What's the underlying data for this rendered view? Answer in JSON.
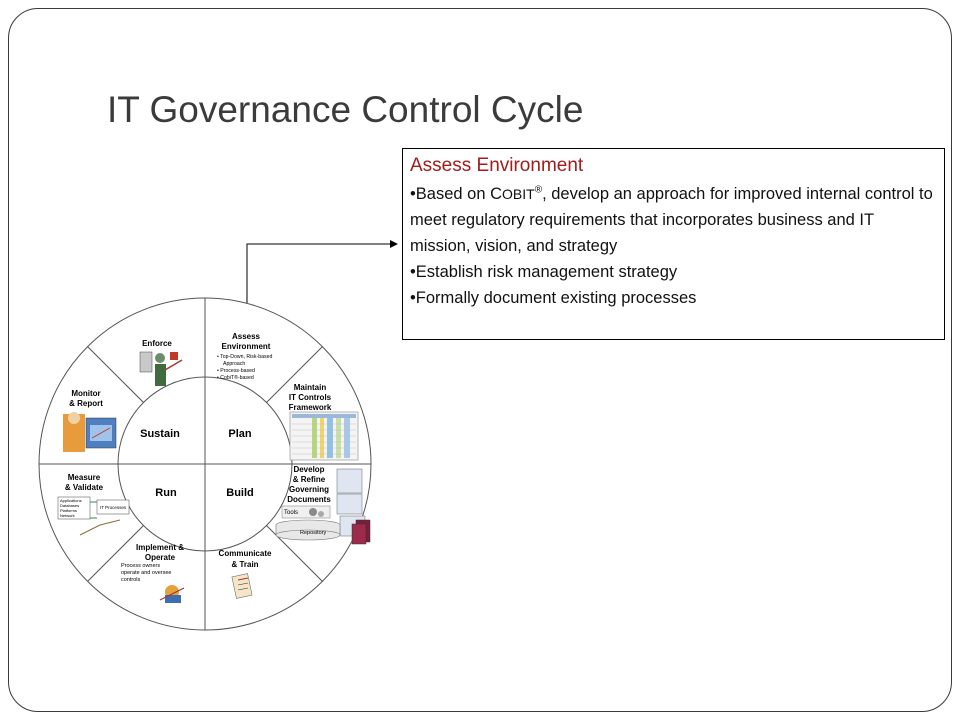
{
  "slide": {
    "title": "IT Governance Control Cycle"
  },
  "callout": {
    "heading": "Assess Environment",
    "bullet_prefix": "•",
    "bullet1_before": "Based on C",
    "bullet1_brand": "OBIT",
    "bullet1_registered": "®",
    "bullet1_after": ", develop an approach for improved internal control to meet regulatory requirements that incorporates business and IT mission, vision, and strategy",
    "bullet2": "Establish risk management strategy",
    "bullet3": "Formally document existing processes"
  },
  "cycle": {
    "quadrants": {
      "top_left": "Sustain",
      "top_right": "Plan",
      "bottom_left": "Run",
      "bottom_right": "Build"
    },
    "segments": {
      "enforce": "Enforce",
      "assess_line1": "Assess",
      "assess_line2": "Environment",
      "assess_bullets": [
        "Top-Down, Risk-based",
        "Approach",
        "Process-based",
        "CobiT®-based"
      ],
      "maintain_line1": "Maintain",
      "maintain_line2": "IT Controls",
      "maintain_line3": "Framework",
      "develop_line1": "Develop",
      "develop_line2": "& Refine",
      "develop_line3": "Governing",
      "develop_line4": "Documents",
      "develop_tools": "Tools",
      "develop_repository": "Repository",
      "communicate_line1": "Communicate",
      "communicate_line2": "& Train",
      "implement_line1": "Implement &",
      "implement_line2": "Operate",
      "implement_desc1": "Process owners",
      "implement_desc2": "operate and oversee",
      "implement_desc3": "controls",
      "measure_line1": "Measure",
      "measure_line2": "& Validate",
      "measure_box1_lines": [
        "Applications",
        "Databases",
        "Platforms",
        "Network"
      ],
      "measure_box2": "IT Processes",
      "monitor_line1": "Monitor",
      "monitor_line2": "& Report"
    }
  },
  "colors": {
    "title": "#3b3b3b",
    "callout_heading": "#a11d1d",
    "connector": "#000000"
  }
}
